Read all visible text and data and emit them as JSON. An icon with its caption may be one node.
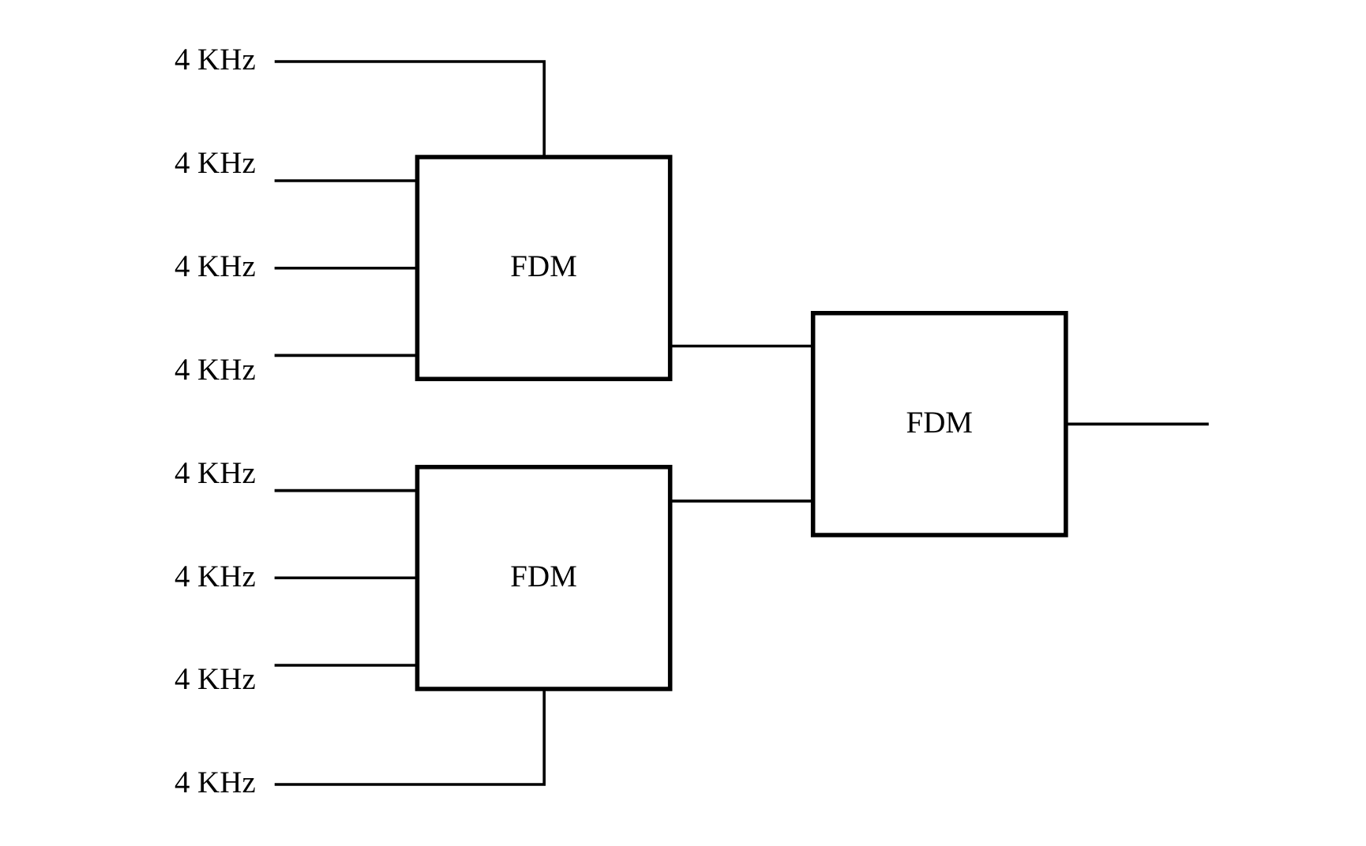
{
  "diagram": {
    "nodes": [
      {
        "text": [
          "4 KHz"
        ]
      },
      {
        "text": [
          "4 KHz"
        ]
      },
      {
        "text": [
          "4 KHz"
        ]
      },
      {
        "text": [
          "4 KHz"
        ]
      },
      {
        "text": [
          "4 KHz"
        ]
      },
      {
        "text": [
          "4 KHz"
        ]
      },
      {
        "text": [
          "4 KHz"
        ]
      },
      {
        "text": [
          "4 KHz"
        ]
      },
      {
        "text": [
          "FDM"
        ]
      },
      {
        "text": [
          "FDM"
        ]
      },
      {
        "text": [
          "FDM"
        ]
      }
    ],
    "edges": [
      {
        "from": 0,
        "to": 8,
        "arrow": "none"
      },
      {
        "from": 1,
        "to": 8,
        "arrow": "none"
      },
      {
        "from": 2,
        "to": 8,
        "arrow": "none"
      },
      {
        "from": 3,
        "to": 8,
        "arrow": "none"
      },
      {
        "from": 4,
        "to": 9,
        "arrow": "none"
      },
      {
        "from": 5,
        "to": 9,
        "arrow": "none"
      },
      {
        "from": 6,
        "to": 9,
        "arrow": "none"
      },
      {
        "from": 7,
        "to": 9,
        "arrow": "none"
      },
      {
        "from": 8,
        "to": 10,
        "arrow": "none"
      },
      {
        "from": 9,
        "to": 10,
        "arrow": "none"
      },
      {
        "from": 10,
        "to": null,
        "arrow": "none"
      }
    ]
  }
}
